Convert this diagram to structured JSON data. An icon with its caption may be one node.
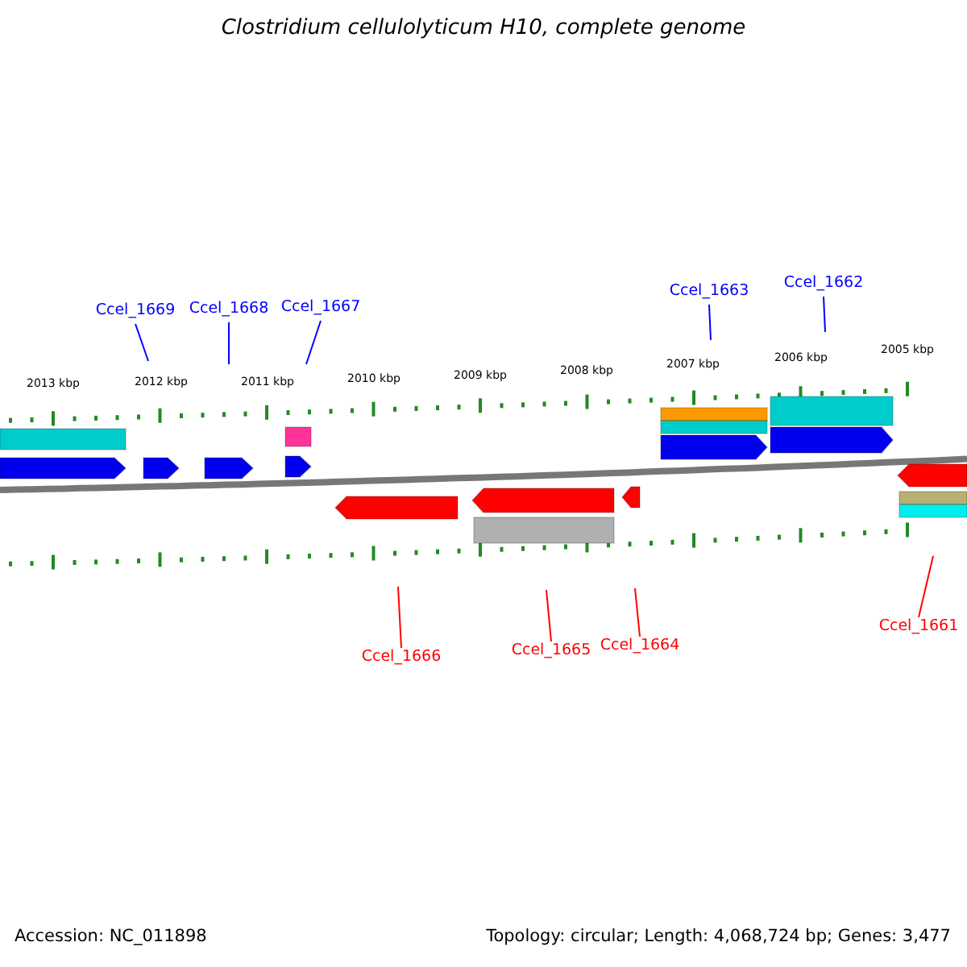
{
  "diagram": {
    "title": "Clostridium cellulolyticum H10, complete genome",
    "nodes": [
      {
        "text": [
          "Ccel_1669"
        ]
      },
      {
        "text": [
          "Ccel_1668"
        ]
      },
      {
        "text": [
          "Ccel_1667"
        ]
      },
      {
        "text": [
          "Ccel_1663"
        ]
      },
      {
        "text": [
          "Ccel_1662"
        ]
      },
      {
        "text": [
          "Ccel_1666"
        ]
      },
      {
        "text": [
          "Ccel_1665"
        ]
      },
      {
        "text": [
          "Ccel_1664"
        ]
      },
      {
        "text": [
          "Ccel_1661"
        ]
      }
    ],
    "edges": [
      {
        "from": 0,
        "to": null,
        "arrow": "none"
      },
      {
        "from": 1,
        "to": null,
        "arrow": "none"
      },
      {
        "from": 2,
        "to": null,
        "arrow": "none"
      },
      {
        "from": 3,
        "to": null,
        "arrow": "none"
      },
      {
        "from": 4,
        "to": null,
        "arrow": "none"
      },
      {
        "from": 5,
        "to": null,
        "arrow": "none",
        "color": "#ff0000"
      },
      {
        "from": 6,
        "to": null,
        "arrow": "none",
        "color": "#ff0000"
      },
      {
        "from": 7,
        "to": null,
        "arrow": "none",
        "color": "#ff0000"
      },
      {
        "from": 8,
        "to": null,
        "arrow": "none",
        "color": "#ff0000"
      }
    ],
    "labels": [
      "2013 kbp",
      "2012 kbp",
      "2011 kbp",
      "2010 kbp",
      "2009 kbp",
      "2008 kbp",
      "2007 kbp",
      "2006 kbp",
      "2005 kbp",
      "Accession: NC_011898",
      "Topology: circular; Length: 4,068,724 bp; Genes: 3,477"
    ]
  }
}
